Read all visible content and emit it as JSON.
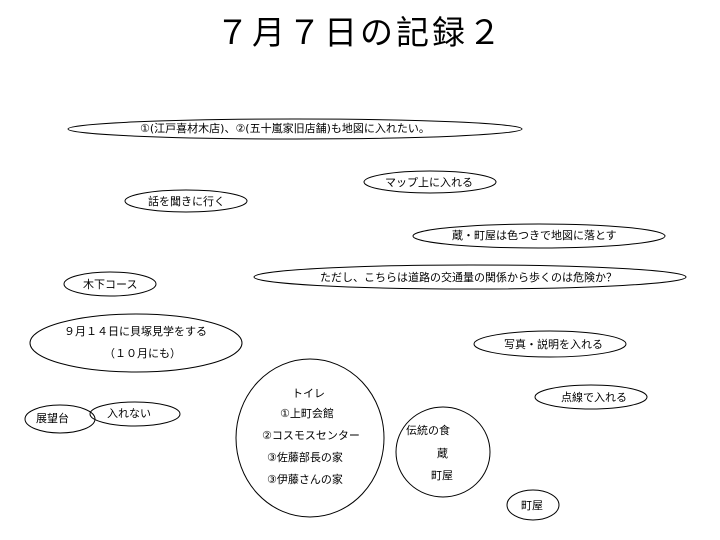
{
  "title": "７月７日の記録２",
  "notes": {
    "stores": "①(江戸喜材木店)、②(五十嵐家旧店舗)も地図に入れたい。",
    "map_add": "マップ上に入れる",
    "interview": "話を聞きに行く",
    "kura_machiya": "蔵・町屋は色つきで地図に落とす",
    "kinoshita": "木下コース",
    "traffic": "ただし、こちらは道路の交通量の関係から歩くのは危険か？",
    "kaizuka_line1": "９月１４日に貝塚見学をする",
    "kaizuka_line2": "（１０月にも）",
    "photo": "写真・説明を入れる",
    "dotted": "点線で入れる",
    "observatory": "展望台",
    "not_included": "入れない"
  },
  "toilet": {
    "heading": "トイレ",
    "items": [
      "①上町会館",
      "②コスモスセンター",
      "③佐藤部長の家",
      "③伊藤さんの家"
    ]
  },
  "tradition": {
    "heading": "伝統の食",
    "items": [
      "蔵",
      "町屋"
    ]
  },
  "machiya": "町屋"
}
